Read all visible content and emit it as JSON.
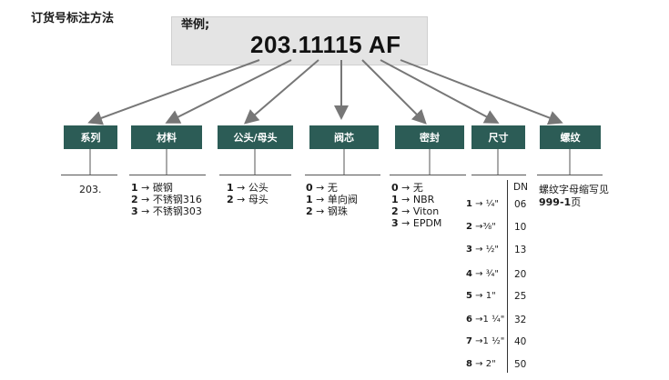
{
  "title": "订货号标注方法",
  "example": {
    "label": "举例;",
    "code": "203.11115 AF"
  },
  "categories": [
    {
      "label": "系列"
    },
    {
      "label": "材料"
    },
    {
      "label": "公头/母头"
    },
    {
      "label": "阀芯"
    },
    {
      "label": "密封"
    },
    {
      "label": "尺寸"
    },
    {
      "label": "螺纹"
    }
  ],
  "series_value": "203.",
  "material_options": [
    {
      "num": "1",
      "text": "→ 碳钢"
    },
    {
      "num": "2",
      "text": "→ 不锈钢316"
    },
    {
      "num": "3",
      "text": "→ 不锈钢303"
    }
  ],
  "gender_options": [
    {
      "num": "1",
      "text": "→ 公头"
    },
    {
      "num": "2",
      "text": "→ 母头"
    }
  ],
  "valve_options": [
    {
      "num": "0",
      "text": "→ 无"
    },
    {
      "num": "1",
      "text": "→ 单向阀"
    },
    {
      "num": "2",
      "text": "→ 钢珠"
    }
  ],
  "seal_options": [
    {
      "num": "0",
      "text": "→ 无"
    },
    {
      "num": "1",
      "text": "→ NBR"
    },
    {
      "num": "2",
      "text": "→ Viton"
    },
    {
      "num": "3",
      "text": "→ EPDM"
    }
  ],
  "size": {
    "dn_header": "DN",
    "rows": [
      {
        "num": "1",
        "text": "→ ¼\"",
        "dn": "06"
      },
      {
        "num": "2",
        "text": "→⅜\"",
        "dn": "10"
      },
      {
        "num": "3",
        "text": "→ ½\"",
        "dn": "13"
      },
      {
        "num": "4",
        "text": "→ ¾\"",
        "dn": "20"
      },
      {
        "num": "5",
        "text": "→ 1\"",
        "dn": "25"
      },
      {
        "num": "6",
        "text": "→1 ¼\"",
        "dn": "32"
      },
      {
        "num": "7",
        "text": "→1 ½\"",
        "dn": "40"
      },
      {
        "num": "8",
        "text": "→ 2\"",
        "dn": "50"
      }
    ]
  },
  "thread_note": {
    "line1": "螺纹字母缩写见",
    "page_ref": "999-1",
    "page_suffix": "页"
  },
  "colors": {
    "category_bg": "#2c5c56",
    "arrow": "#777777",
    "example_bg": "#e4e4e4"
  }
}
